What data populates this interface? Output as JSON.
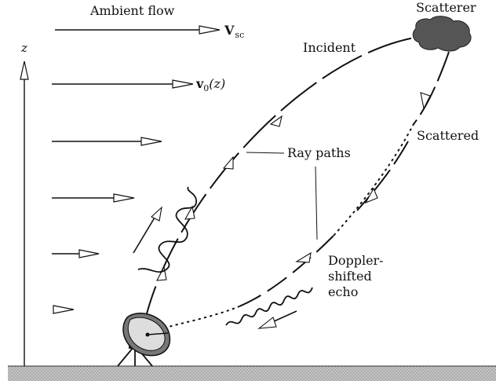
{
  "labels": {
    "ambient_flow": "Ambient flow",
    "v_sc_main": "V",
    "v_sc_sub": "sc",
    "v0_main": "v",
    "v0_sub": "0",
    "v0_arg": "(z)",
    "z_axis": "z",
    "scatterer": "Scatterer",
    "incident": "Incident",
    "scattered": "Scattered",
    "ray_paths": "Ray paths",
    "doppler_line1": "Doppler-",
    "doppler_line2": "shifted",
    "doppler_line3": "echo"
  },
  "colors": {
    "ink": "#111111",
    "scatterer_fill": "#555555",
    "ground_fill": "#b5b5b5"
  }
}
